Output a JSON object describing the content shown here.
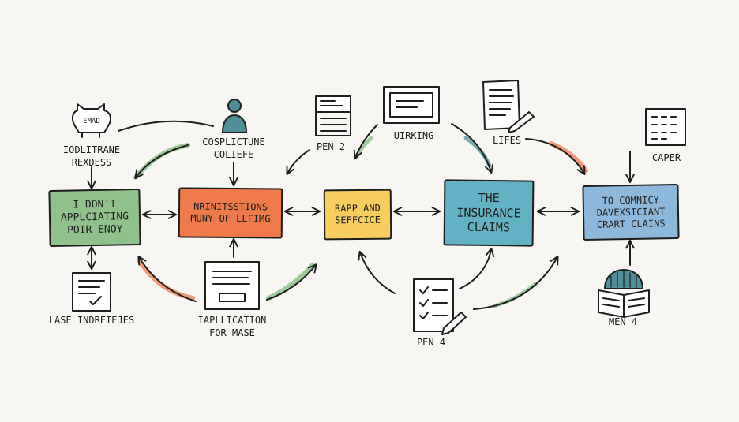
{
  "colors": {
    "ink": "#1e1e1e",
    "green": "#8fc28a",
    "orange": "#ef7a4c",
    "yellow": "#f6cd5e",
    "teal": "#62b2c4",
    "blue": "#8cb8dc",
    "accent_green": "#8fc28a",
    "accent_orange": "#ef8a63",
    "accent_teal": "#4e8f97"
  },
  "boxes": {
    "box1": "I DON'T\nAPPLCIATING\nPOIR ENOY",
    "box2": "NRINITSSTIONS\nMUNY OF LLFIMG",
    "box3": "RAPP AND\nSEFFCICE",
    "box4": "THE\nINSURANCE\nCLAIMS",
    "box5": "TO COMNICY\nDAVEXSICIANT\nCRART CLAINS"
  },
  "labels": {
    "emad_badge": "EMAD",
    "emad_caption": "IODLITRANE\nREXDESS",
    "person_caption": "COSPLICTUNE\nCOLIEFE",
    "pen2": "PEN 2",
    "uirking": "UIRKING",
    "lifes": "LIFES",
    "caper": "CAPER",
    "lase": "LASE INDREIEJES",
    "application": "IAPLLICATION\nFOR MASE",
    "pen4": "PEN 4",
    "men4": "MEN 4"
  },
  "icons": [
    "creature-icon",
    "person-icon",
    "folder-icon",
    "monitor-icon",
    "document-pen-icon",
    "calendar-icon",
    "checklist-document-icon",
    "form-document-icon",
    "checklist-pencil-icon",
    "helmet-book-icon"
  ]
}
